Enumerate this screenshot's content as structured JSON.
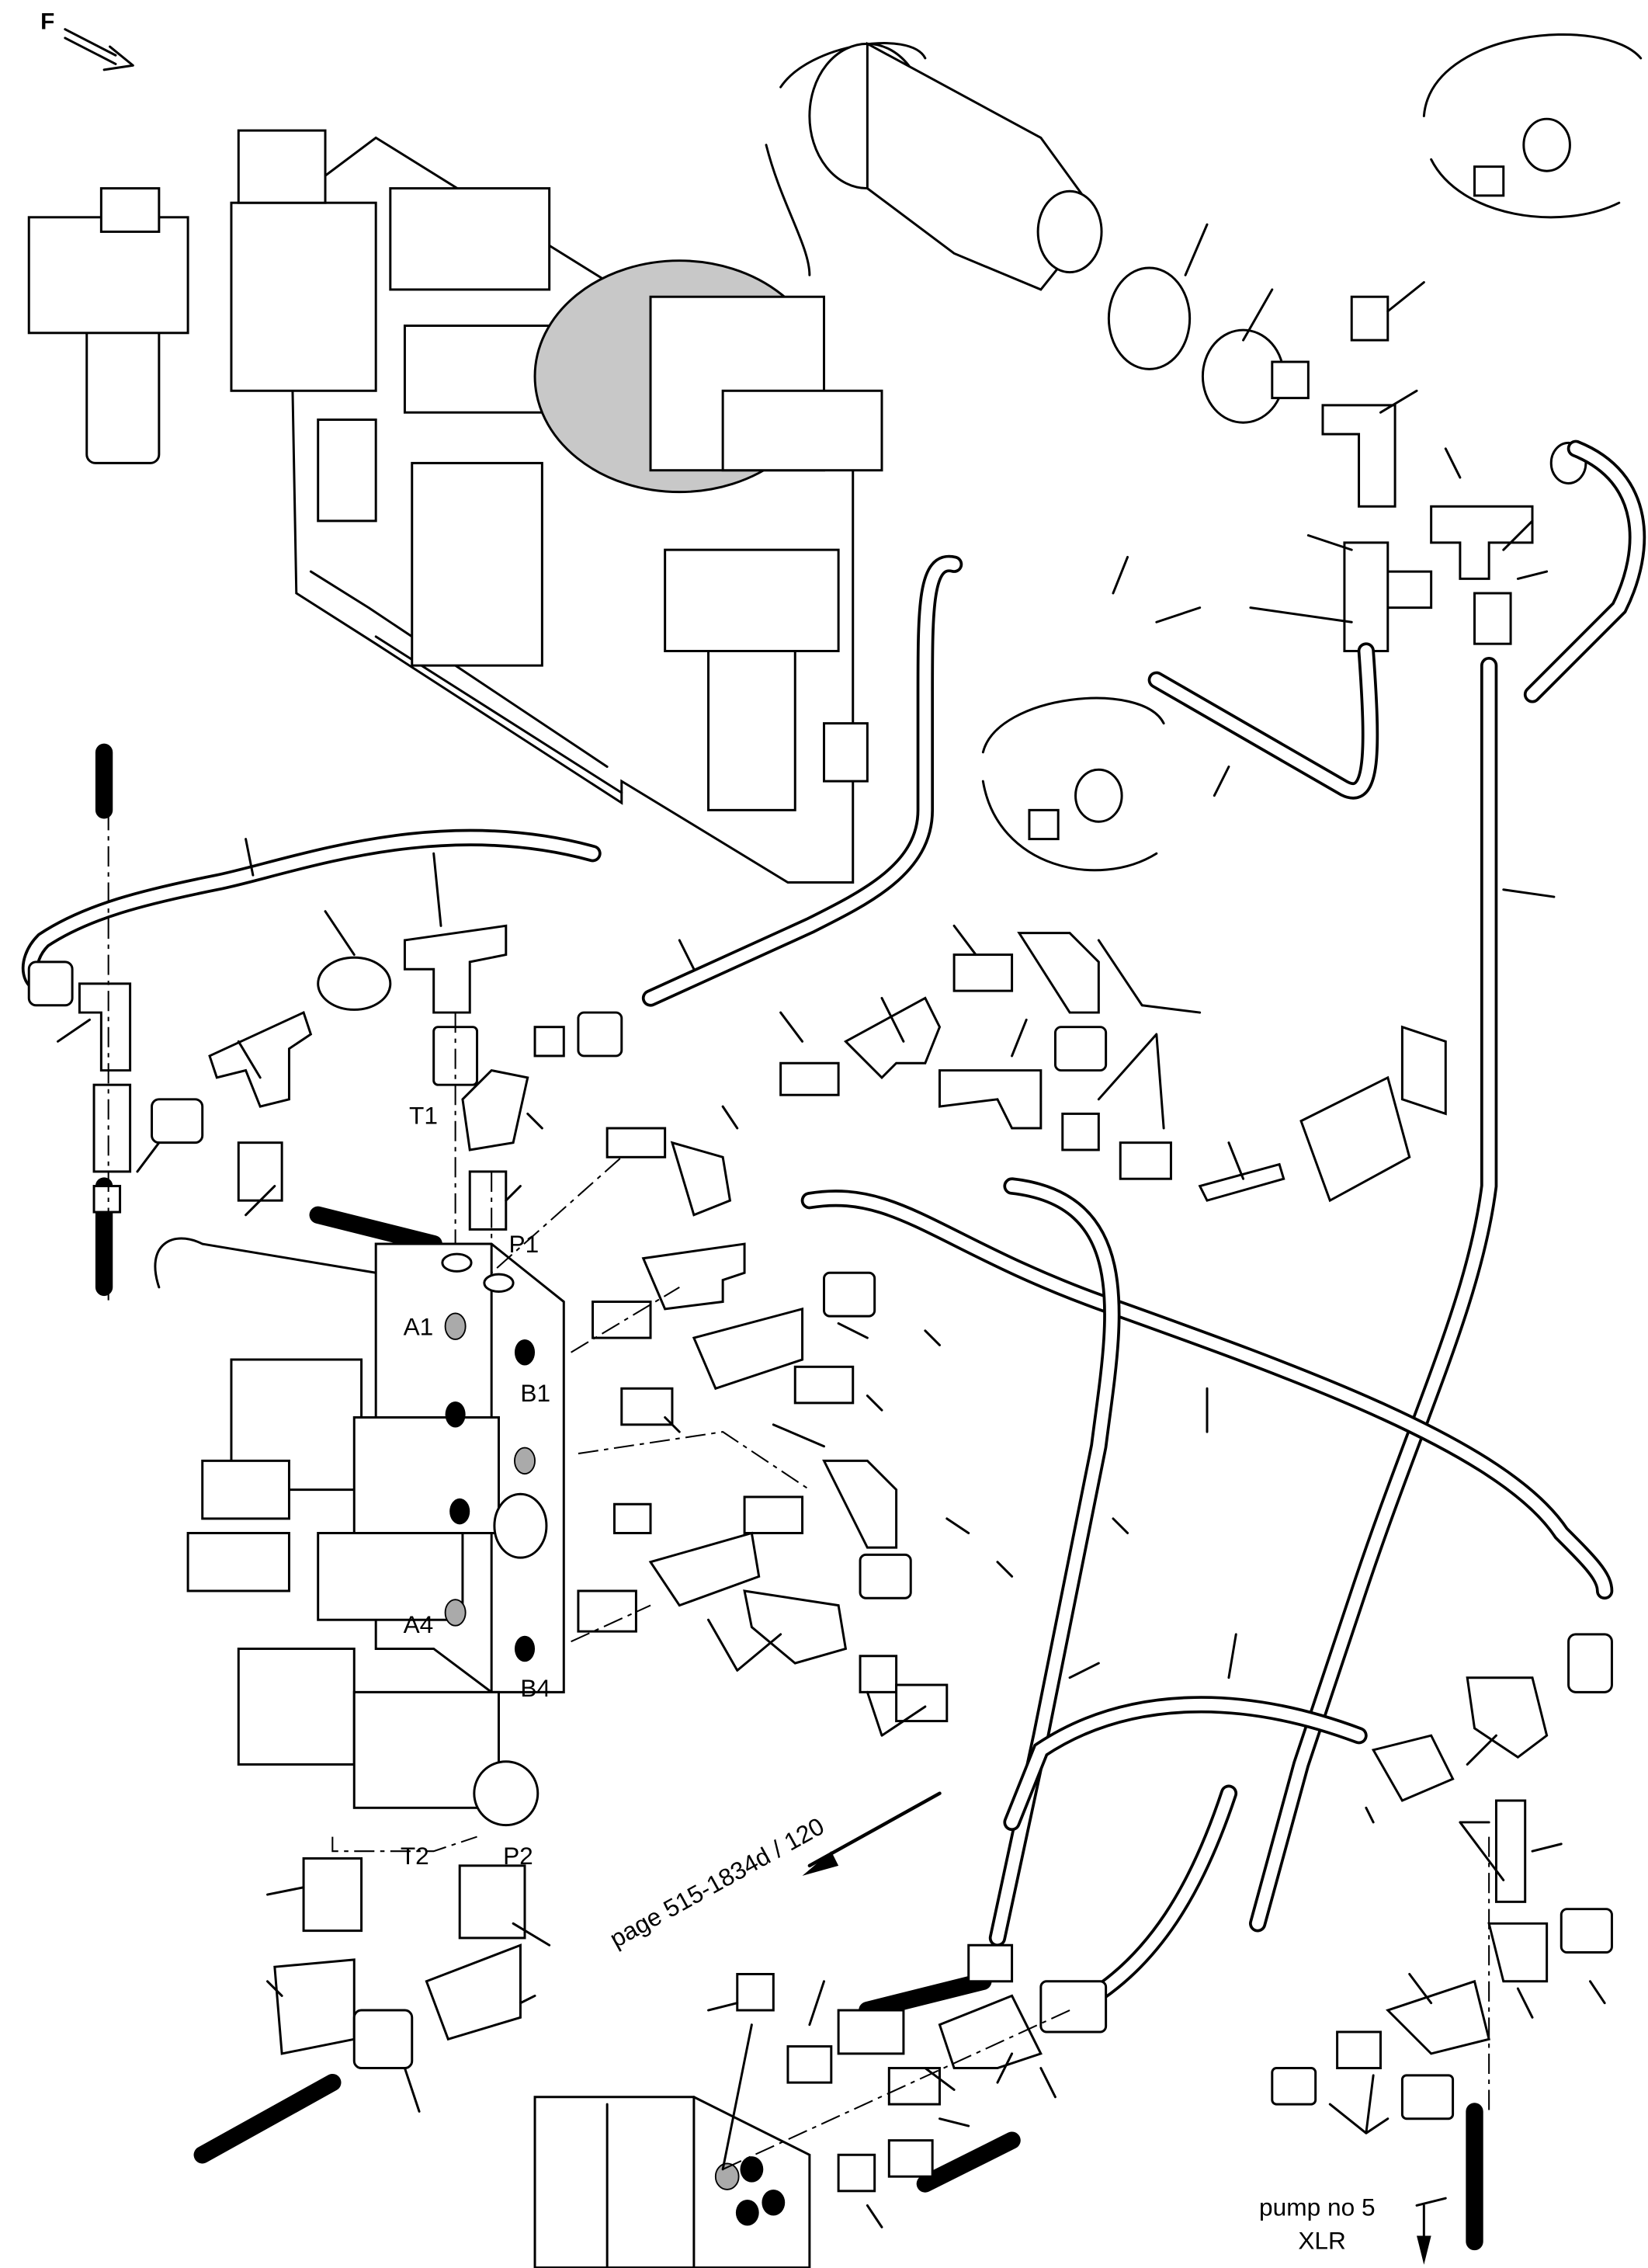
{
  "diagram": {
    "front_marker": "F",
    "port_labels": {
      "t1": "T1",
      "p1": "P1",
      "a1": "A1",
      "b1": "B1",
      "a4": "A4",
      "b4": "B4",
      "t2": "T2",
      "p2": "P2"
    },
    "reference_note": "page 515-1834d / 120",
    "pump_note_line1": "pump no 5",
    "pump_note_line2": "XLR"
  },
  "colors": {
    "line": "#000000",
    "shading": "#c8c8c8",
    "background": "#ffffff"
  }
}
